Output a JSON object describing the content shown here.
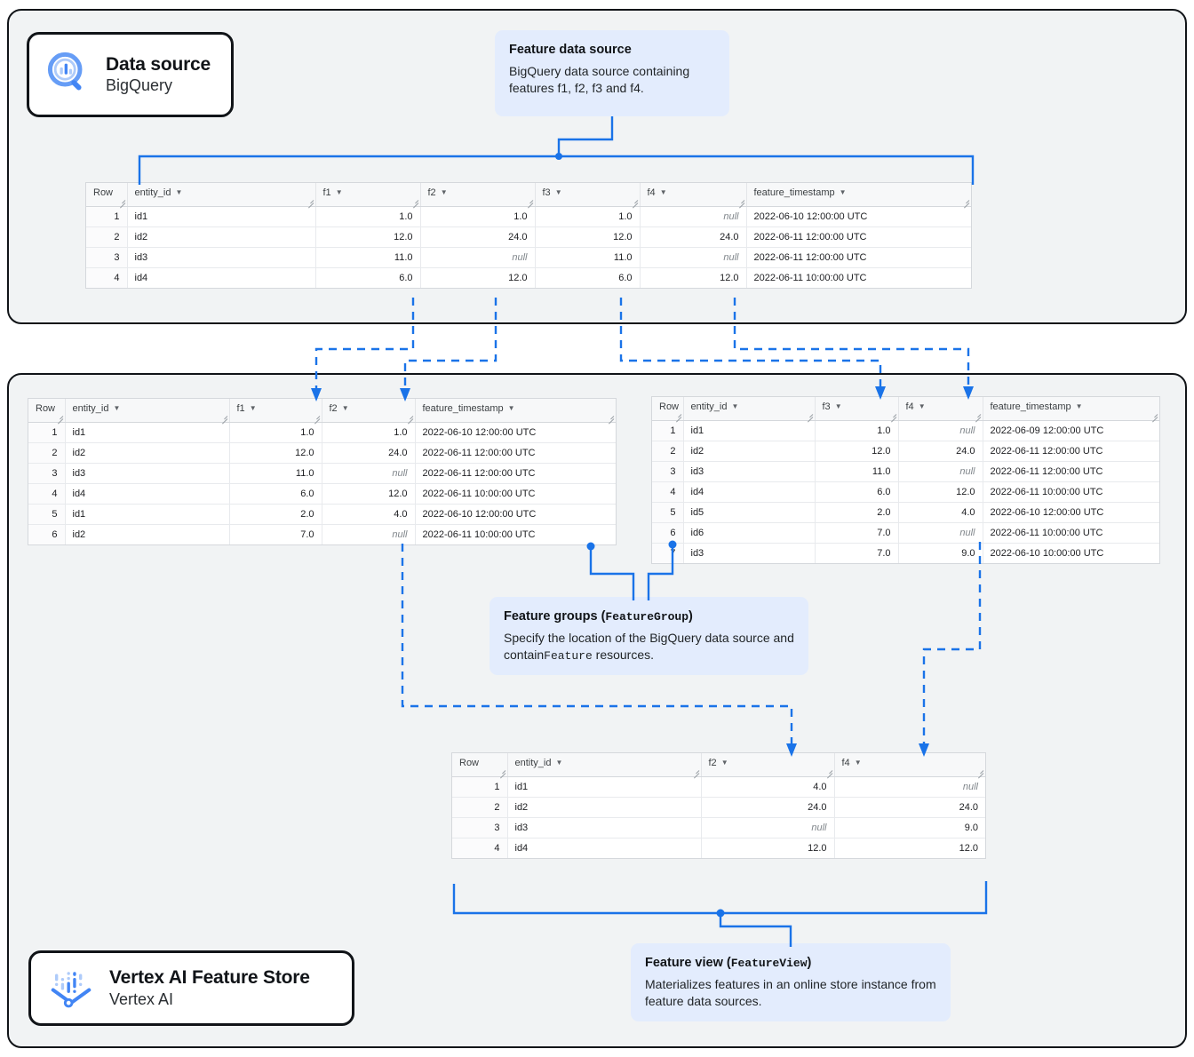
{
  "products": {
    "bigquery": {
      "icon": "bigquery-magnifier-icon",
      "title": "Data source",
      "subtitle": "BigQuery"
    },
    "vertex": {
      "icon": "vertex-ai-funnel-icon",
      "title": "Vertex AI Feature Store",
      "subtitle": "Vertex AI"
    }
  },
  "callouts": {
    "feature_data_source": {
      "title": "Feature data source",
      "body": "BigQuery data source containing features f1, f2, f3 and f4."
    },
    "feature_groups": {
      "title_plain": "Feature groups (",
      "title_mono": "FeatureGroup",
      "title_close": ")",
      "body_a": "Specify the location of the BigQuery data source and contain",
      "body_mono": "Feature",
      "body_b": " resources."
    },
    "feature_view": {
      "title_plain": "Feature view (",
      "title_mono": "FeatureView",
      "title_close": ")",
      "body": "Materializes features in an online store instance from feature data sources."
    }
  },
  "colors": {
    "accent": "#1a73e8",
    "callout_bg": "#e3ecfd",
    "panel_bg": "#f1f3f4",
    "panel_border": "#111418",
    "null_text": "#80868b"
  },
  "tables": {
    "source": {
      "name": "feature-data-source-table",
      "columns": [
        "Row",
        "entity_id",
        "f1",
        "f2",
        "f3",
        "f4",
        "feature_timestamp"
      ],
      "rows": [
        [
          "1",
          "id1",
          "1.0",
          "1.0",
          "1.0",
          "null",
          "2022-06-10 12:00:00 UTC"
        ],
        [
          "2",
          "id2",
          "12.0",
          "24.0",
          "12.0",
          "24.0",
          "2022-06-11 12:00:00 UTC"
        ],
        [
          "3",
          "id3",
          "11.0",
          "null",
          "11.0",
          "null",
          "2022-06-11 12:00:00 UTC"
        ],
        [
          "4",
          "id4",
          "6.0",
          "12.0",
          "6.0",
          "12.0",
          "2022-06-11 10:00:00 UTC"
        ]
      ]
    },
    "feature_group_1": {
      "name": "feature-group-1-table",
      "columns": [
        "Row",
        "entity_id",
        "f1",
        "f2",
        "feature_timestamp"
      ],
      "rows": [
        [
          "1",
          "id1",
          "1.0",
          "1.0",
          "2022-06-10 12:00:00 UTC"
        ],
        [
          "2",
          "id2",
          "12.0",
          "24.0",
          "2022-06-11 12:00:00 UTC"
        ],
        [
          "3",
          "id3",
          "11.0",
          "null",
          "2022-06-11 12:00:00 UTC"
        ],
        [
          "4",
          "id4",
          "6.0",
          "12.0",
          "2022-06-11 10:00:00 UTC"
        ],
        [
          "5",
          "id1",
          "2.0",
          "4.0",
          "2022-06-10 12:00:00 UTC"
        ],
        [
          "6",
          "id2",
          "7.0",
          "null",
          "2022-06-11 10:00:00 UTC"
        ]
      ]
    },
    "feature_group_2": {
      "name": "feature-group-2-table",
      "columns": [
        "Row",
        "entity_id",
        "f3",
        "f4",
        "feature_timestamp"
      ],
      "rows": [
        [
          "1",
          "id1",
          "1.0",
          "null",
          "2022-06-09 12:00:00 UTC"
        ],
        [
          "2",
          "id2",
          "12.0",
          "24.0",
          "2022-06-11 12:00:00 UTC"
        ],
        [
          "3",
          "id3",
          "11.0",
          "null",
          "2022-06-11 12:00:00 UTC"
        ],
        [
          "4",
          "id4",
          "6.0",
          "12.0",
          "2022-06-11 10:00:00 UTC"
        ],
        [
          "5",
          "id5",
          "2.0",
          "4.0",
          "2022-06-10 12:00:00 UTC"
        ],
        [
          "6",
          "id6",
          "7.0",
          "null",
          "2022-06-11 10:00:00 UTC"
        ],
        [
          "7",
          "id3",
          "7.0",
          "9.0",
          "2022-06-10 10:00:00 UTC"
        ]
      ]
    },
    "feature_view": {
      "name": "feature-view-table",
      "columns": [
        "Row",
        "entity_id",
        "f2",
        "f4"
      ],
      "rows": [
        [
          "1",
          "id1",
          "4.0",
          "null"
        ],
        [
          "2",
          "id2",
          "24.0",
          "24.0"
        ],
        [
          "3",
          "id3",
          "null",
          "9.0"
        ],
        [
          "4",
          "id4",
          "12.0",
          "12.0"
        ]
      ]
    }
  }
}
